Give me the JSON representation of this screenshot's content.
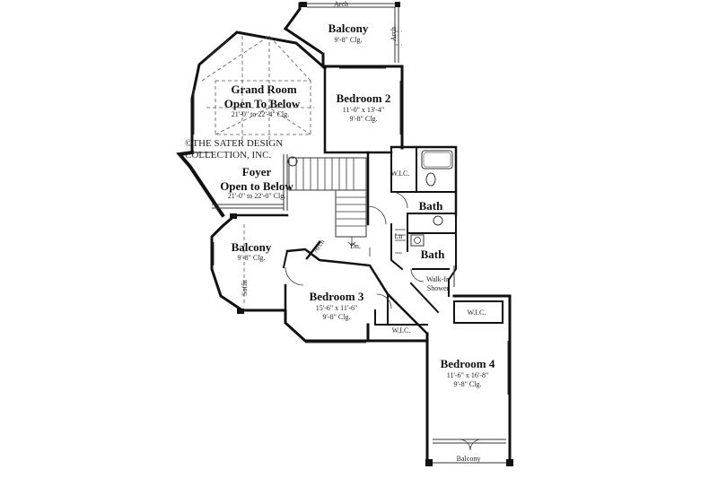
{
  "copyright": {
    "line1": "©THE SATER DESIGN",
    "line2": "COLLECTION, INC."
  },
  "rooms": {
    "balcony_top": {
      "name": "Balcony",
      "ceiling": "9'-8\" Clg."
    },
    "grand_room": {
      "name1": "Grand Room",
      "name2": "Open To Below",
      "ceiling": "21'-0\" to 22'-4\" Clg."
    },
    "bedroom2": {
      "name": "Bedroom 2",
      "size": "11'-0\" x 13'-4\"",
      "ceiling": "9'-8\" Clg."
    },
    "foyer": {
      "name1": "Foyer",
      "name2": "Open to Below",
      "ceiling": "21'-0\" to 22'-0\" Clg."
    },
    "bath1": {
      "name": "Bath"
    },
    "bath2": {
      "name": "Bath"
    },
    "balcony_left": {
      "name": "Balcony",
      "ceiling": "9'-8\" Clg."
    },
    "bedroom3": {
      "name": "Bedroom 3",
      "size": "15'-6\" x 11'-6\"",
      "ceiling": "9'-8\" Clg."
    },
    "bedroom4": {
      "name": "Bedroom 4",
      "size": "11'-6\" x 16'-8\"",
      "ceiling": "9'-8\" Clg."
    },
    "balcony_bottom": {
      "name": "Balcony"
    }
  },
  "labels": {
    "arch_top": "Arch",
    "arch_right": "Arch",
    "arch_mid": "Arch",
    "wic1": "W.I.C.",
    "wic2": "W.I.C.",
    "wic3": "W.I.C.",
    "linen": "Ln",
    "down": "Dn.",
    "walkin1": "Walk-In",
    "walkin2": "Shower",
    "soffit": "Soffit"
  }
}
